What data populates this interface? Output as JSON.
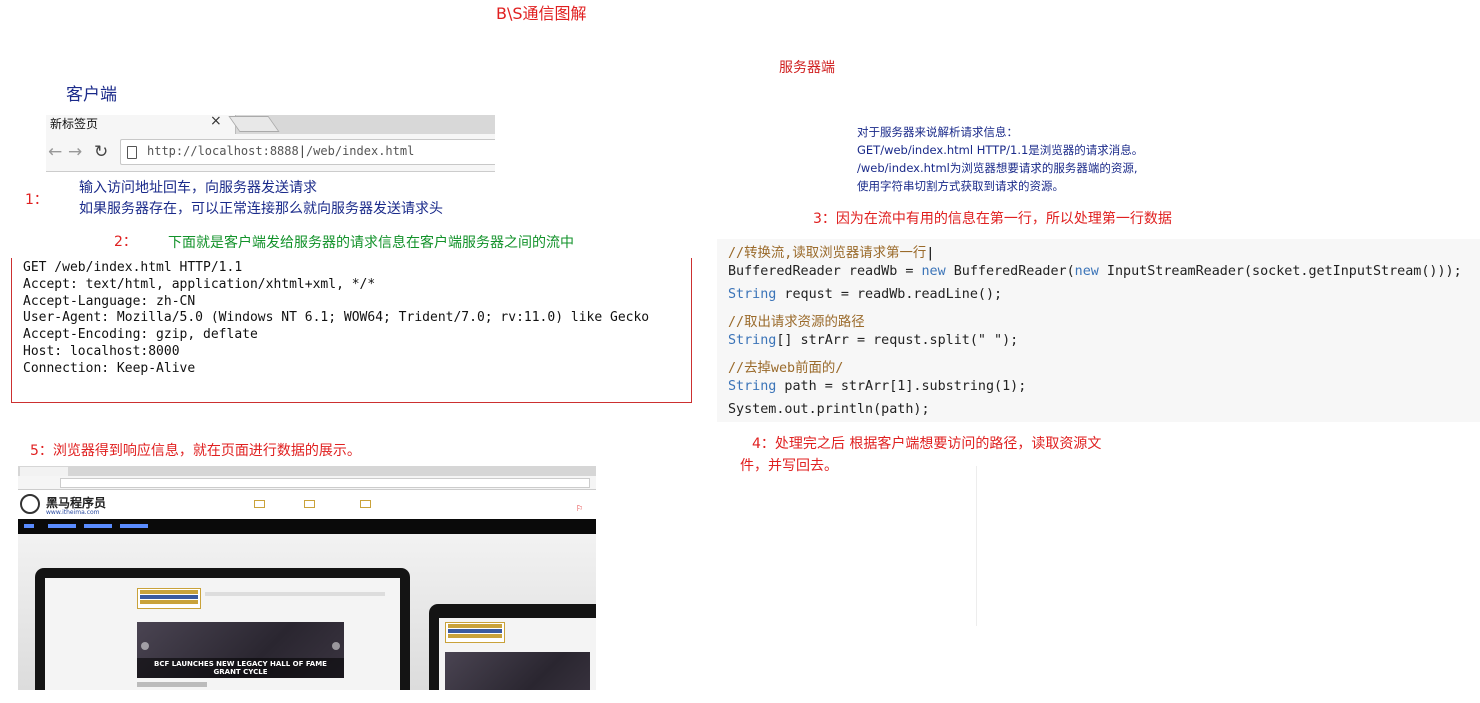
{
  "title": "B\\S通信图解",
  "server_label": "服务器端",
  "client_label": "客户端",
  "browser": {
    "tab_title": "新标签页",
    "close_glyph": "×",
    "url_host": "http://localhost:8888",
    "url_path": "/web/index.html"
  },
  "steps": {
    "step1_num": "1：",
    "step1_line1": "输入访问地址回车，向服务器发送请求",
    "step1_line2": "如果服务器存在，可以正常连接那么就向服务器发送请求头",
    "step2_num": "2：",
    "step2_text": "下面就是客户端发给服务器的请求信息在客户端服务器之间的流中",
    "step3": "3：因为在流中有用的信息在第一行，所以处理第一行数据",
    "step4_line1": "4：处理完之后 根据客户端想要访问的路径，读取资源文",
    "step4_line2": "件，并写回去。",
    "step5": "5：浏览器得到响应信息，就在页面进行数据的展示。"
  },
  "request_text": "GET /web/index.html HTTP/1.1\nAccept: text/html, application/xhtml+xml, */*\nAccept-Language: zh-CN\nUser-Agent: Mozilla/5.0 (Windows NT 6.1; WOW64; Trident/7.0; rv:11.0) like Gecko\nAccept-Encoding: gzip, deflate\nHost: localhost:8000\nConnection: Keep-Alive",
  "server_note": {
    "line1": "对于服务器来说解析请求信息：",
    "line2": " GET/web/index.html HTTP/1.1是浏览器的请求消息。",
    "line3": "/web/index.html为浏览器想要请求的服务器端的资源,",
    "line4": "使用字符串切割方式获取到请求的资源。"
  },
  "code": {
    "c1": "//转换流,读取浏览器请求第一行",
    "l2a": "BufferedReader readWb = ",
    "l2b": "new",
    "l2c": " BufferedReader(",
    "l2d": "new",
    "l2e": " InputStreamReader(socket.getInputStream()));",
    "l3a": "String",
    "l3b": " requst = readWb.readLine();",
    "c4": "//取出请求资源的路径",
    "l5a": "String",
    "l5b": "[] strArr = requst.split(\" \");",
    "c6": "//去掉web前面的/",
    "l7a": "String",
    "l7b": " path = strArr[1].substring(1);",
    "l8": "System.out.println(path);"
  },
  "screenshot": {
    "logo_text": "黑马程序员",
    "logo_sub": "www.itheima.com",
    "headline": "BCF LAUNCHES NEW LEGACY HALL OF FAME GRANT CYCLE"
  },
  "colors": {
    "red": "#e02020",
    "blue": "#1a2a8a",
    "green": "#12922a",
    "code_comment": "#9a6a2a",
    "code_keyword": "#3b74b8"
  }
}
